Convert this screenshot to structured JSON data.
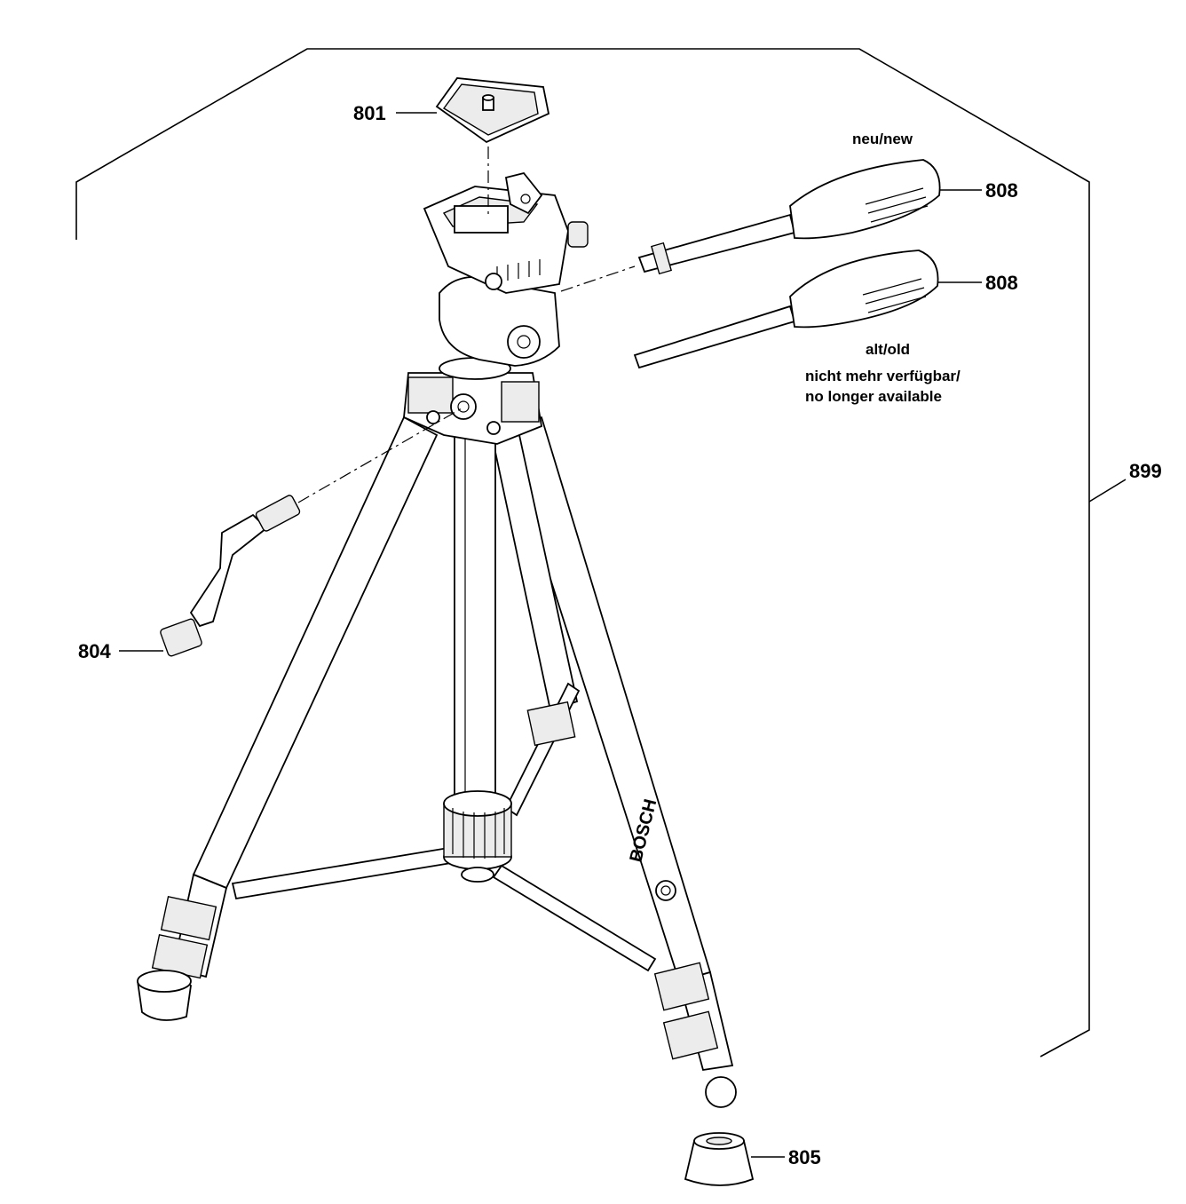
{
  "labels": {
    "part_801": "801",
    "part_804": "804",
    "part_805": "805",
    "part_808_new": "808",
    "part_808_old": "808",
    "part_899": "899",
    "brand_text": "BOSCH"
  },
  "notes": {
    "new": "neu/new",
    "old": "alt/old",
    "unavailable_line1": "nicht mehr verfügbar/",
    "unavailable_line2": "no longer available"
  }
}
